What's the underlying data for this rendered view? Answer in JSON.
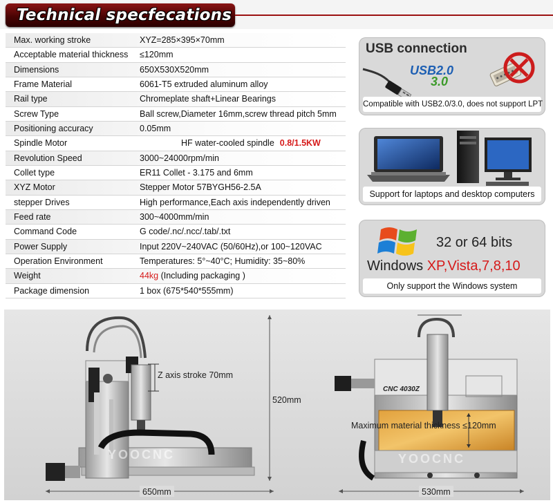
{
  "header": {
    "title": "Technical specfecations"
  },
  "specs": [
    {
      "label": "Max. working stroke",
      "value": "XYZ=285×395×70mm"
    },
    {
      "label": "Acceptable material thickness",
      "value": "≤120mm"
    },
    {
      "label": "Dimensions",
      "value": "650X530X520mm"
    },
    {
      "label": "Frame Material",
      "value": "6061-T5 extruded aluminum alloy"
    },
    {
      "label": "Rail type",
      "value": "Chromeplate shaft+Linear Bearings"
    },
    {
      "label": "Screw Type",
      "value": "Ball screw,Diameter 16mm,screw thread pitch 5mm"
    },
    {
      "label": "Positioning accuracy",
      "value": "0.05mm"
    },
    {
      "label": "Spindle Motor",
      "value": "HF water-cooled spindle",
      "highlight": "0.8/1.5KW"
    },
    {
      "label": "Revolution Speed",
      "value": "3000~24000rpm/min"
    },
    {
      "label": "Collet type",
      "value": "ER11 Collet - 3.175 and 6mm"
    },
    {
      "label": "XYZ Motor",
      "value": "Stepper Motor 57BYGH56-2.5A"
    },
    {
      "label": "stepper Drives",
      "value": "High performance,Each axis independently driven"
    },
    {
      "label": "Feed rate",
      "value": "300~4000mm/min"
    },
    {
      "label": "Command Code",
      "value": "G code/.nc/.ncc/.tab/.txt"
    },
    {
      "label": "Power Supply",
      "value": "Input 220V~240VAC (50/60Hz),or 100~120VAC"
    },
    {
      "label": "Operation Environment",
      "value": "Temperatures: 5°~40°C;   Humidity: 35~80%"
    },
    {
      "label": "Weight",
      "value_red": "44kg",
      "value": " (Including packaging )"
    },
    {
      "label": "Package dimension",
      "value": "1 box (675*540*555mm)"
    }
  ],
  "usb_card": {
    "title": "USB connection",
    "usb20": "USB2.0",
    "usb30": "3.0",
    "caption": "Compatible with USB2.0/3.0, does not support LPT"
  },
  "pc_card": {
    "caption": "Support for laptops and desktop computers"
  },
  "windows_card": {
    "bits": "32 or 64 bits",
    "name": "Windows",
    "versions": "XP,Vista,7,8,10",
    "caption": "Only support the Windows system"
  },
  "diagram": {
    "z_stroke": "Z axis stroke 70mm",
    "height_dim": "520mm",
    "width_dim_left": "650mm",
    "width_dim_right": "530mm",
    "max_thickness": "Maximum material thickness ≤120mm",
    "watermark": "YOOCNC",
    "model": "CNC 4030Z"
  },
  "colors": {
    "header_red": "#6b0a0a",
    "highlight_red": "#d61a1a",
    "usb_blue": "#1d5fb3",
    "usb_green": "#3c9a2a"
  }
}
